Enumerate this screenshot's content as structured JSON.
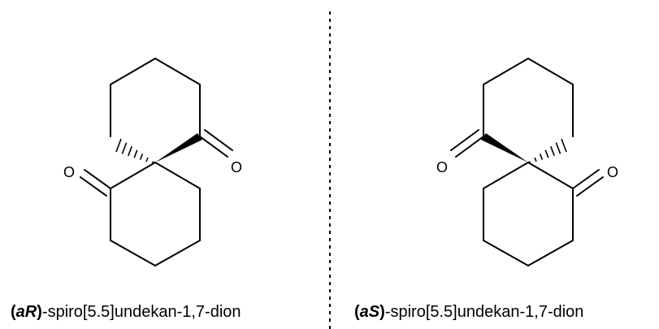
{
  "molecules": [
    {
      "id": "aR",
      "descriptor_open": "(",
      "descriptor_letter_a": "a",
      "descriptor_letter_config": "R",
      "descriptor_close": ")",
      "name": "-spiro[5.5]undekan-1,7-dion",
      "atoms": {
        "o_left": "O",
        "o_right": "O"
      }
    },
    {
      "id": "aS",
      "descriptor_open": "(",
      "descriptor_letter_a": "a",
      "descriptor_letter_config": "S",
      "descriptor_close": ")",
      "name": "-spiro[5.5]undekan-1,7-dion",
      "atoms": {
        "o_left": "O",
        "o_right": "O"
      }
    }
  ],
  "colors": {
    "ink": "#000000",
    "background": "#ffffff"
  }
}
